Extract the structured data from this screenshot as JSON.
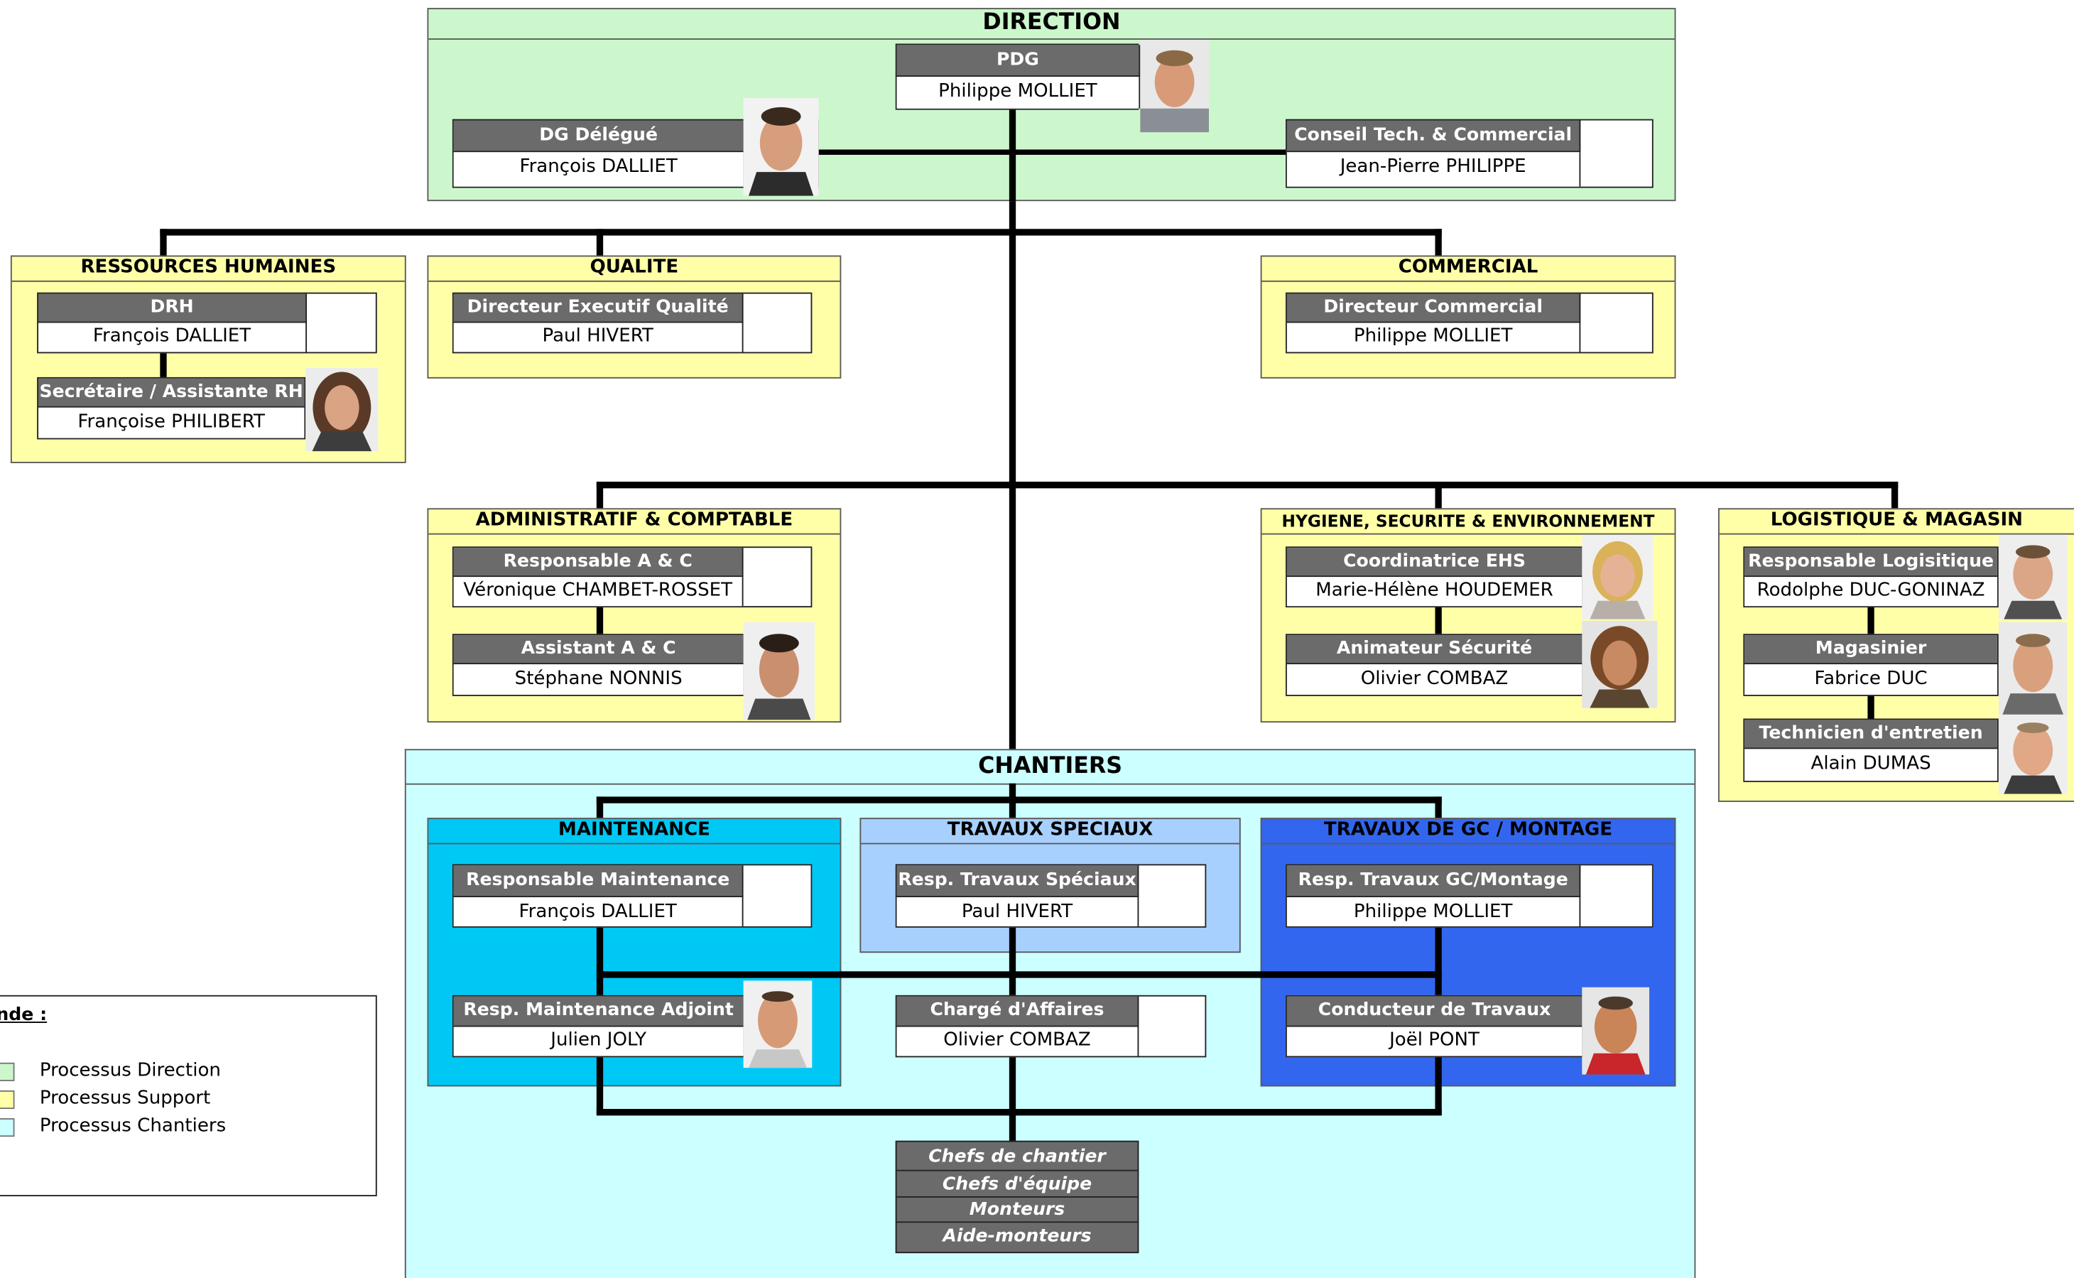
{
  "colors": {
    "direction": "#ccf7cc",
    "support": "#ffffa8",
    "chantiers": "#ccffff",
    "maintenance": "#00c8f5",
    "travaux_speciaux": "#a8d0ff",
    "travaux_gc": "#3366ee",
    "role_bg": "#6b6b6b"
  },
  "sections": {
    "direction": "DIRECTION",
    "rh": "RESSOURCES HUMAINES",
    "qualite": "QUALITE",
    "commercial": "COMMERCIAL",
    "admin": "ADMINISTRATIF & COMPTABLE",
    "hse": "HYGIENE, SECURITE & ENVIRONNEMENT",
    "logistique": "LOGISTIQUE & MAGASIN",
    "chantiers": "CHANTIERS",
    "maintenance": "MAINTENANCE",
    "travaux_speciaux": "TRAVAUX SPECIAUX",
    "travaux_gc": "TRAVAUX DE GC / MONTAGE"
  },
  "people": {
    "pdg": {
      "role": "PDG",
      "name": "Philippe MOLLIET"
    },
    "dg": {
      "role": "DG Délégué",
      "name": "François DALLIET"
    },
    "conseil": {
      "role": "Conseil Tech. & Commercial",
      "name": "Jean-Pierre PHILIPPE"
    },
    "drh": {
      "role": "DRH",
      "name": "François DALLIET"
    },
    "secretaire": {
      "role": "Secrétaire / Assistante RH",
      "name": "Françoise PHILIBERT"
    },
    "dir_qualite": {
      "role": "Directeur Executif Qualité",
      "name": "Paul HIVERT"
    },
    "dir_commercial": {
      "role": "Directeur Commercial",
      "name": "Philippe MOLLIET"
    },
    "resp_ac": {
      "role": "Responsable A & C",
      "name": "Véronique CHAMBET-ROSSET"
    },
    "assist_ac": {
      "role": "Assistant A & C",
      "name": "Stéphane NONNIS"
    },
    "coord_ehs": {
      "role": "Coordinatrice EHS",
      "name": "Marie-Hélène HOUDEMER"
    },
    "anim_secu": {
      "role": "Animateur Sécurité",
      "name": "Olivier COMBAZ"
    },
    "resp_log": {
      "role": "Responsable Logisitique",
      "name": "Rodolphe DUC-GONINAZ"
    },
    "magasinier": {
      "role": "Magasinier",
      "name": "Fabrice DUC"
    },
    "technicien": {
      "role": "Technicien d'entretien",
      "name": "Alain DUMAS"
    },
    "resp_maint": {
      "role": "Responsable Maintenance",
      "name": "François DALLIET"
    },
    "resp_ts": {
      "role": "Resp. Travaux Spéciaux",
      "name": "Paul HIVERT"
    },
    "resp_gc": {
      "role": "Resp. Travaux GC/Montage",
      "name": "Philippe MOLLIET"
    },
    "resp_maint_adj": {
      "role": "Resp. Maintenance Adjoint",
      "name": "Julien JOLY"
    },
    "charge_aff": {
      "role": "Chargé d'Affaires",
      "name": "Olivier COMBAZ"
    },
    "conducteur": {
      "role": "Conducteur de Travaux",
      "name": "Joël PONT"
    }
  },
  "chefs": [
    "Chefs de chantier",
    "Chefs d'équipe",
    "Monteurs",
    "Aide-monteurs"
  ],
  "legend": {
    "title": "nde :",
    "items": [
      "Processus Direction",
      "Processus Support",
      "Processus Chantiers"
    ]
  }
}
